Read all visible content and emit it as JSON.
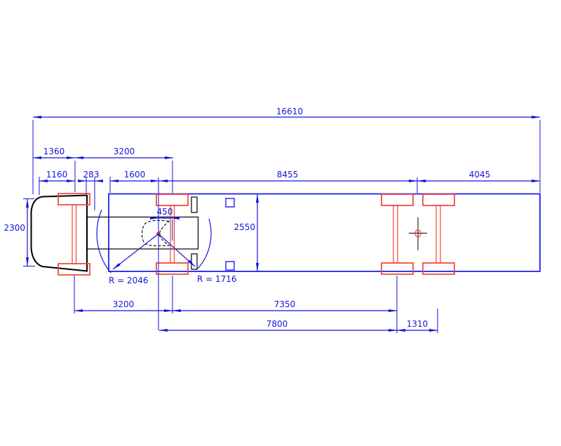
{
  "drawing_type": "truck-trailer-chassis-plan-view",
  "colors": {
    "dimension_blue": "#1414d8",
    "body_blue": "#2020ee",
    "axle_red": "#f04238",
    "outline_black": "#000000",
    "background": "#ffffff"
  },
  "dimensions": {
    "overall_length": "16610",
    "front_overhang": "1360",
    "wheelbase_top": "3200",
    "cab_front_to_front_axle": "1160",
    "cab_rear_clearance": "283",
    "body_front_to_kingpin": "1600",
    "kingpin_to_bogie_center": "8455",
    "rear_overhang": "4045",
    "cab_width": "2300",
    "kingpin_to_rear_axle": "450",
    "body_width": "2550",
    "wheelbase_bottom": "3200",
    "rear_axle_to_first_bogie_axle": "7350",
    "kingpin_to_first_bogie_axle": "7800",
    "bogie_axle_spread": "1310",
    "front_swing_radius": "R = 2046",
    "rear_swing_radius": "R = 1716"
  }
}
